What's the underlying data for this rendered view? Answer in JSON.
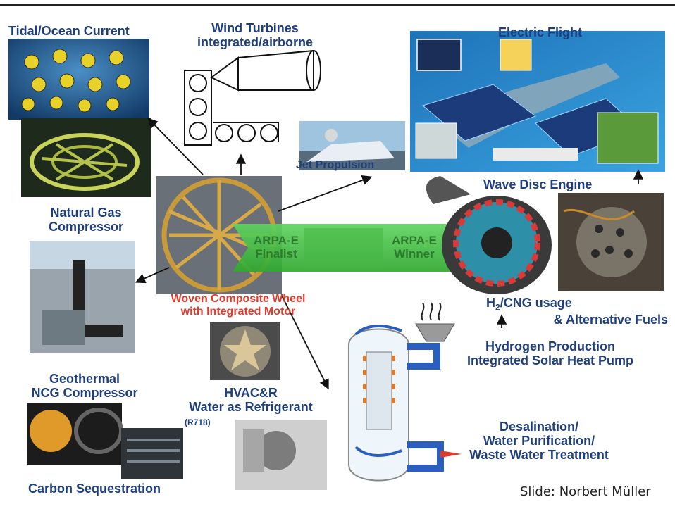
{
  "labels": {
    "tidal": "Tidal/Ocean Current",
    "wind_line1": "Wind Turbines",
    "wind_line2": "integrated/airborne",
    "electric_flight": "Electric Flight",
    "jet_propulsion": "Jet Propulsion",
    "wave_disc": "Wave Disc Engine",
    "natural_gas_line1": "Natural Gas",
    "natural_gas_line2": "Compressor",
    "arpa_finalist_line1": "ARPA-E",
    "arpa_finalist_line2": "Finalist",
    "arpa_winner_line1": "ARPA-E",
    "arpa_winner_line2": "Winner",
    "woven_line1": "Woven Composite Wheel",
    "woven_line2": "with Integrated Motor",
    "h2_prefix": "H",
    "h2_sub": "2",
    "h2_suffix": "/CNG usage",
    "alt_fuels": "& Alternative Fuels",
    "hydrogen_line1": "Hydrogen Production",
    "hydrogen_line2": "Integrated Solar Heat Pump",
    "geothermal_line1": "Geothermal",
    "geothermal_line2": "NCG Compressor",
    "hvac_line1": "HVAC&R",
    "hvac_line2": "Water as Refrigerant",
    "r718": "(R718)",
    "desal_line1": "Desalination/",
    "desal_line2": "Water Purification/",
    "desal_line3": "Waste Water Treatment",
    "carbon": "Carbon Sequestration",
    "credit": "Slide: Norbert Müller"
  },
  "colors": {
    "label_blue": "#1f3e7c",
    "label_red": "#e23a2a",
    "arrow_green": "#3cc23c",
    "electric_panel": "#2a8fd0",
    "wheel_gold": "#c99a3a"
  },
  "icons": {
    "arrow": "black-arrow",
    "fan": "fan-icon",
    "heat": "heat-waves-icon"
  }
}
